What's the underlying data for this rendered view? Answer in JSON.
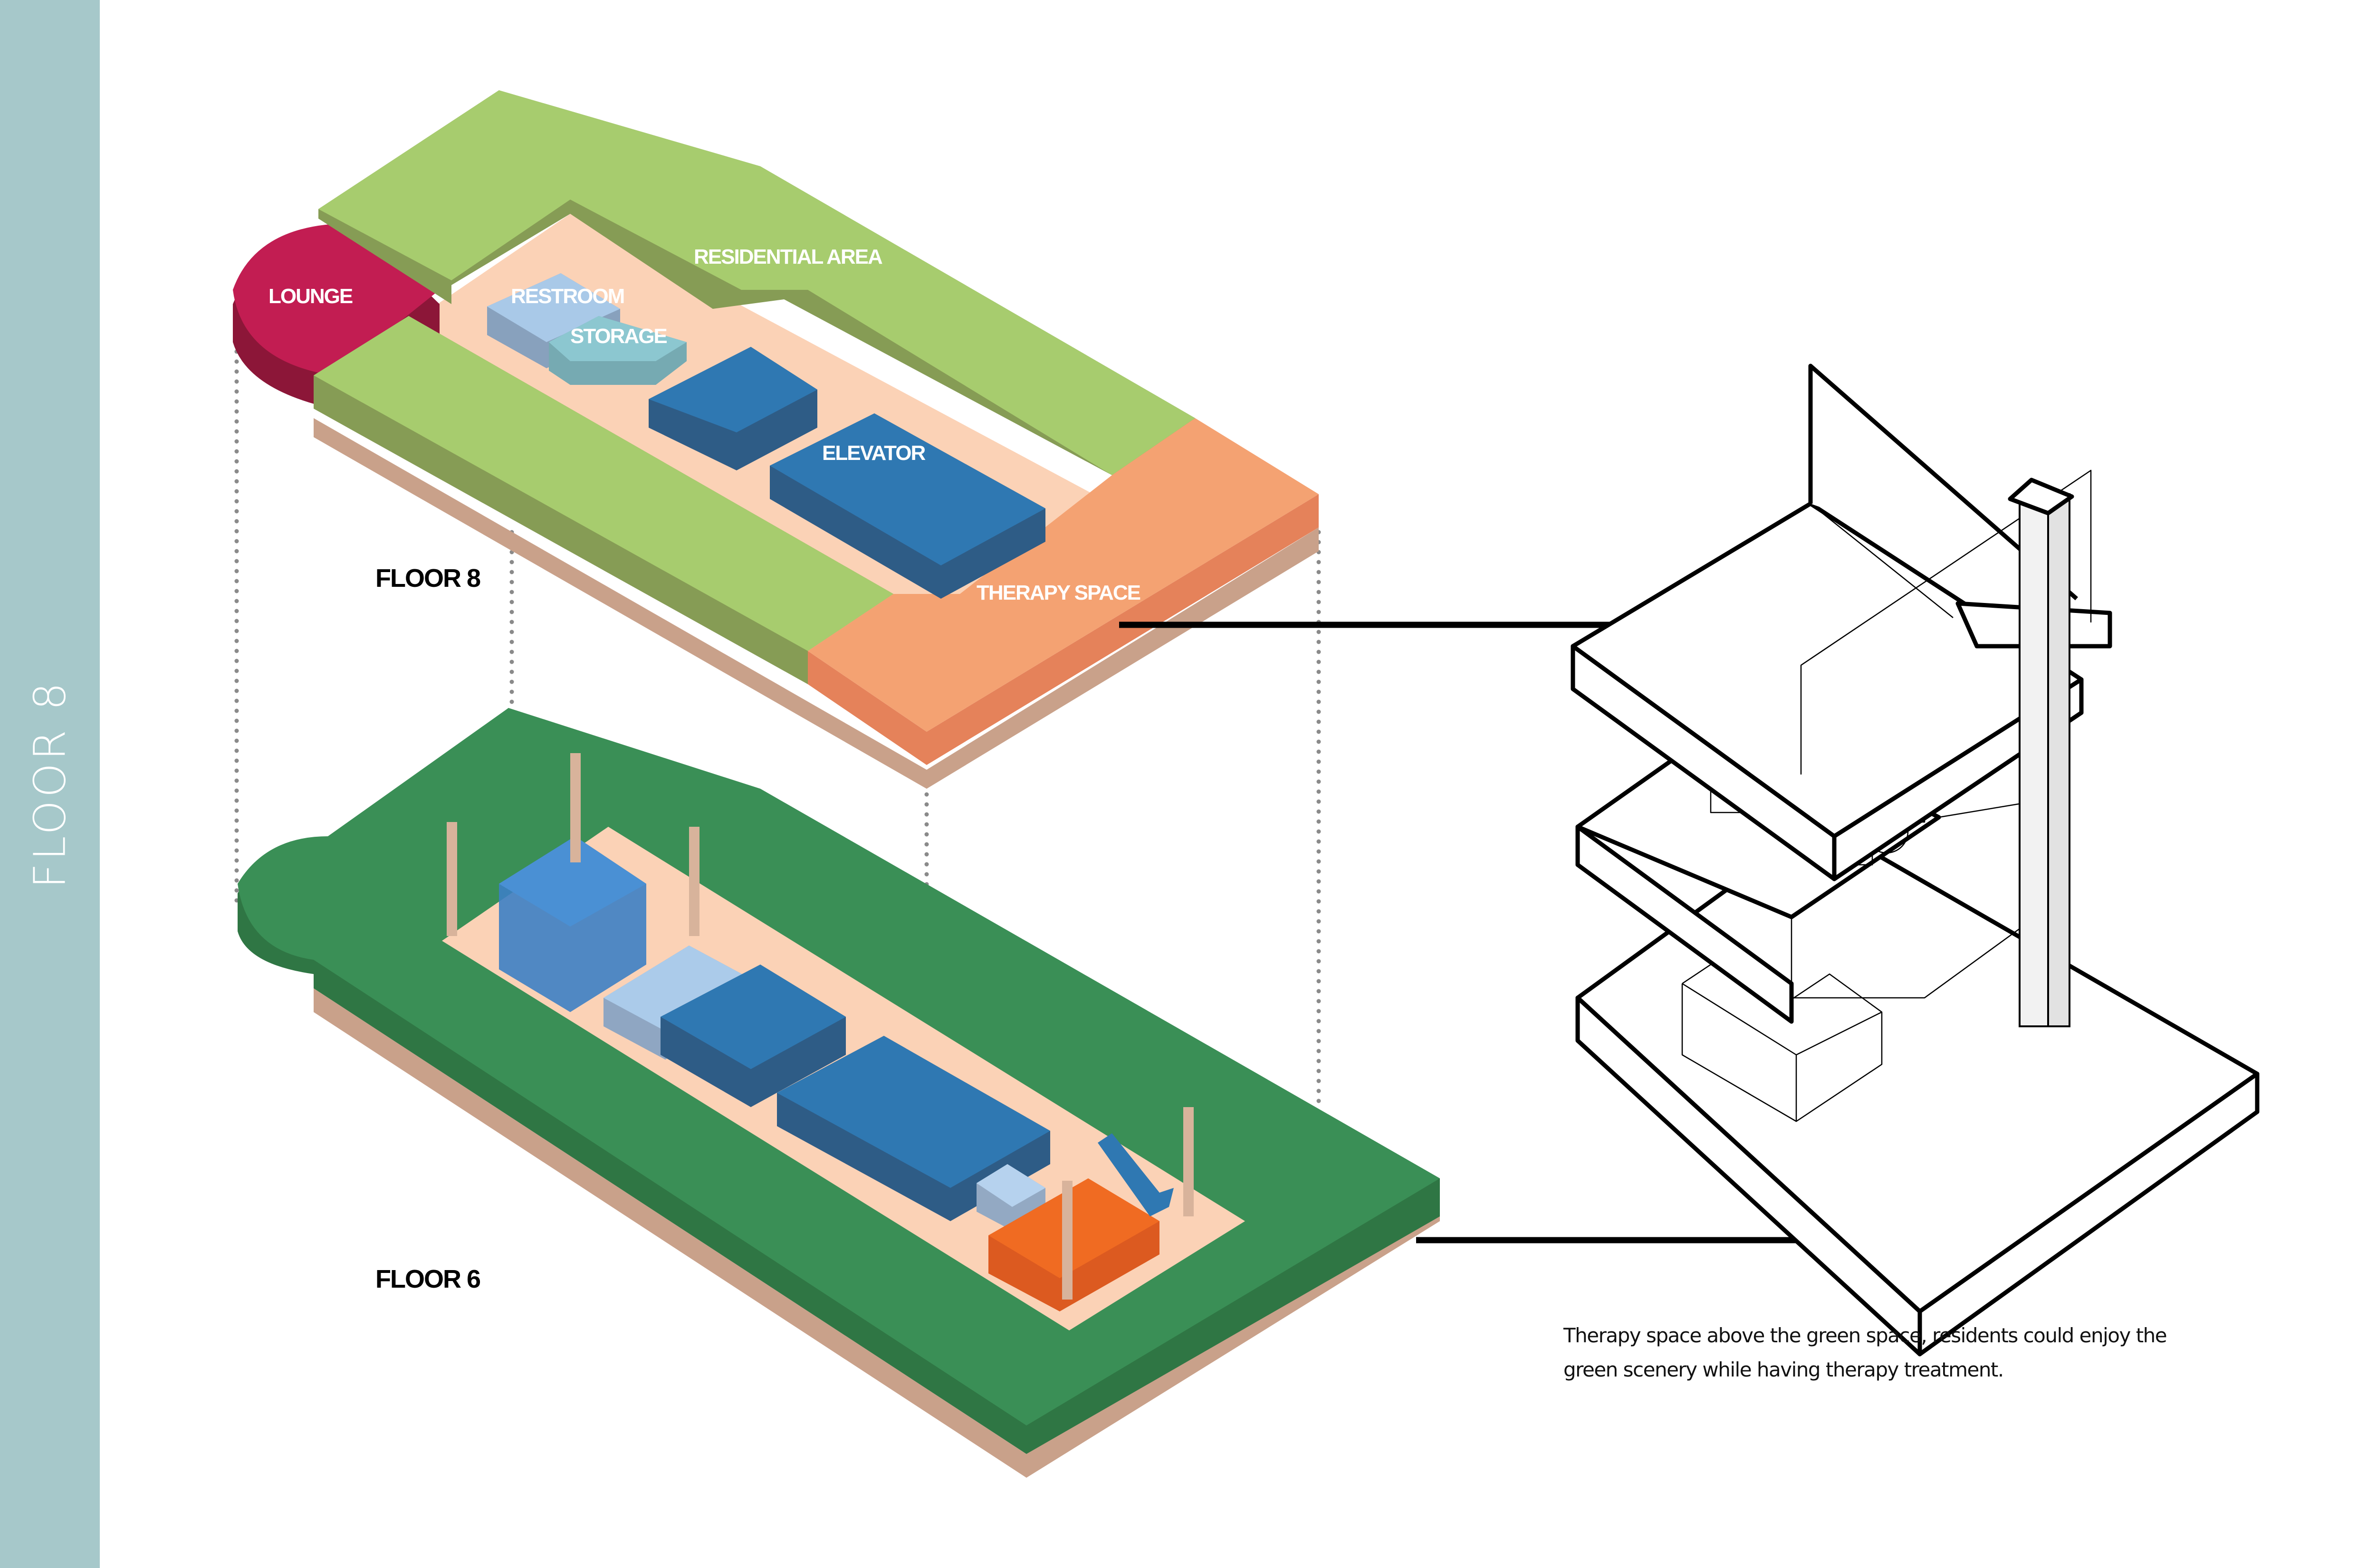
{
  "sidebar": {
    "title": "FLOOR 8"
  },
  "floor8": {
    "label": "FLOOR 8",
    "zones": {
      "lounge": "LOUNGE",
      "restroom": "RESTROOM",
      "storage": "STORAGE",
      "residential": "RESIDENTIAL AREA",
      "elevator": "ELEVATOR",
      "therapy": "THERAPY SPACE"
    }
  },
  "floor6": {
    "label": "FLOOR 6"
  },
  "caption": {
    "line1": "Therapy space  above the green space, residents could enjoy the",
    "line2": "green scenery while having therapy treatment."
  },
  "colors": {
    "sidebar": "#a6c8ca",
    "residential_green": "#a7cc6e",
    "residential_side": "#869c55",
    "lounge": "#c21d52",
    "therapy": "#f4a272",
    "therapy_side": "#e5825a",
    "elevator_blue": "#2f78b2",
    "restroom": "#a9c9e8",
    "storage": "#8cc7d0",
    "floor_base": "#fbd2b6",
    "green_space": "#3a8f56",
    "green_space_side": "#2f7644",
    "slab_edge": "#c9a18a",
    "orange_box": "#f06b22"
  }
}
